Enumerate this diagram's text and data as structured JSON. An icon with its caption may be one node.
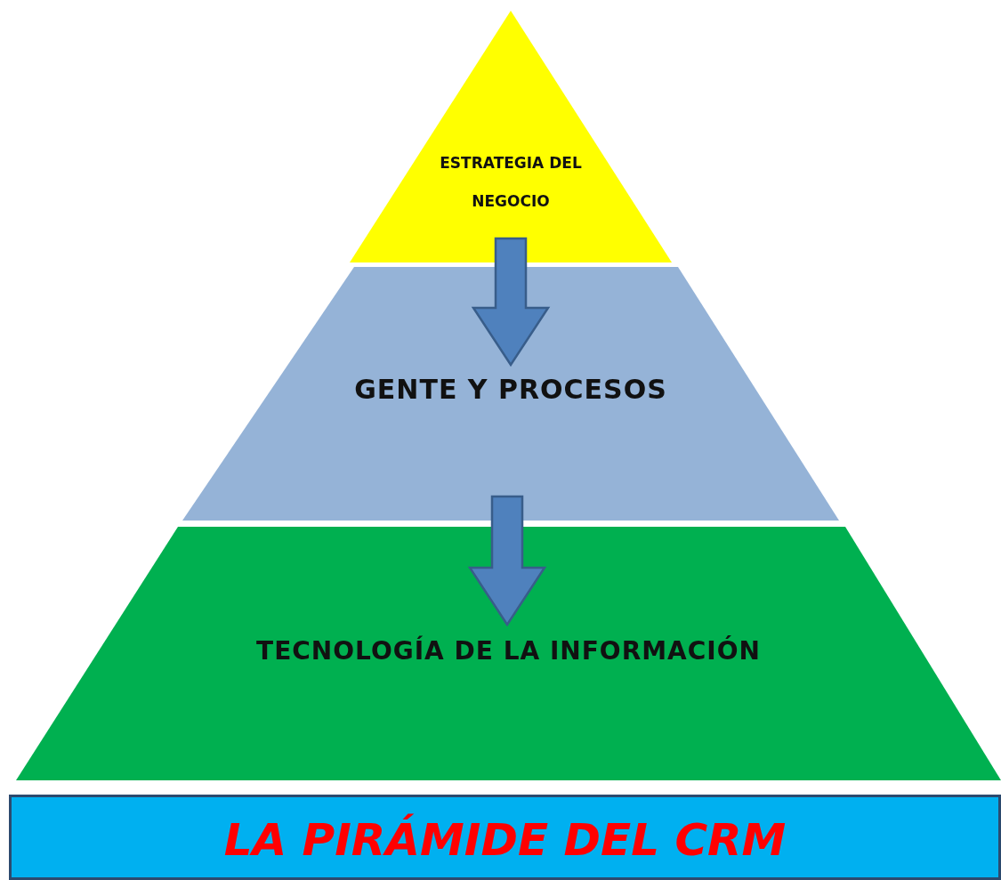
{
  "diagram": {
    "nodes": [
      {
        "text": [
          "ESTRATEGIA DEL NEGOCIO"
        ]
      },
      {
        "text": [
          "GENTE Y PROCESOS"
        ]
      },
      {
        "text": [
          "TECNOLOGÍA DE LA INFORMACIÓN"
        ]
      },
      {
        "text": [
          "LA PIRÁMIDE DEL CRM"
        ]
      }
    ],
    "edges": [
      {
        "from": 0,
        "to": 1,
        "arrow": "to"
      },
      {
        "from": 1,
        "to": 2,
        "arrow": "to"
      }
    ]
  }
}
